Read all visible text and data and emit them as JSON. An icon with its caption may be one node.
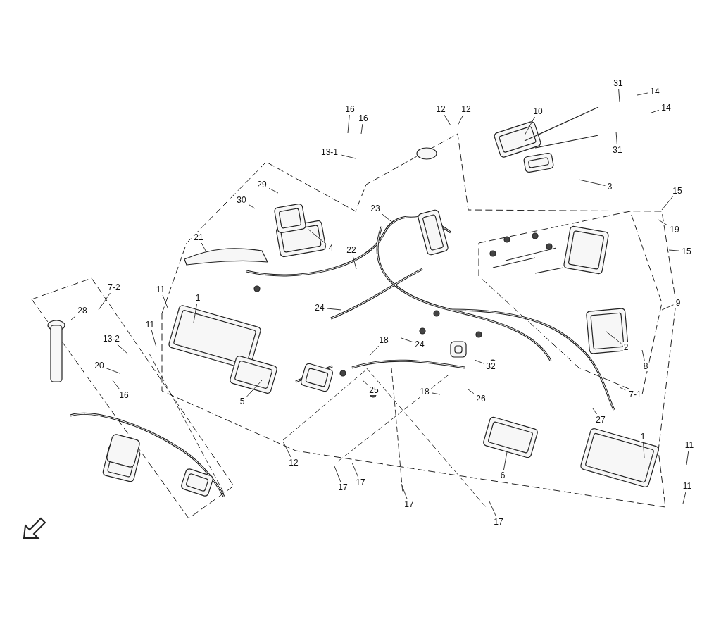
{
  "diagram": {
    "nodes": [
      {
        "text": [
          "16"
        ]
      },
      {
        "text": [
          "16"
        ]
      },
      {
        "text": [
          "13-1"
        ]
      },
      {
        "text": [
          "12"
        ]
      },
      {
        "text": [
          "12"
        ]
      },
      {
        "text": [
          "10"
        ]
      },
      {
        "text": [
          "31"
        ]
      },
      {
        "text": [
          "14"
        ]
      },
      {
        "text": [
          "14"
        ]
      },
      {
        "text": [
          "31"
        ]
      },
      {
        "text": [
          "3"
        ]
      },
      {
        "text": [
          "23"
        ]
      },
      {
        "text": [
          "29"
        ]
      },
      {
        "text": [
          "30"
        ]
      },
      {
        "text": [
          "21"
        ]
      },
      {
        "text": [
          "4"
        ]
      },
      {
        "text": [
          "22"
        ]
      },
      {
        "text": [
          "15"
        ]
      },
      {
        "text": [
          "19"
        ]
      },
      {
        "text": [
          "15"
        ]
      },
      {
        "text": [
          "7-2"
        ]
      },
      {
        "text": [
          "11"
        ]
      },
      {
        "text": [
          "1"
        ]
      },
      {
        "text": [
          "11"
        ]
      },
      {
        "text": [
          "13-2"
        ]
      },
      {
        "text": [
          "28"
        ]
      },
      {
        "text": [
          "20"
        ]
      },
      {
        "text": [
          "16"
        ]
      },
      {
        "text": [
          "24"
        ]
      },
      {
        "text": [
          "24"
        ]
      },
      {
        "text": [
          "18"
        ]
      },
      {
        "text": [
          "32"
        ]
      },
      {
        "text": [
          "25"
        ]
      },
      {
        "text": [
          "5"
        ]
      },
      {
        "text": [
          "18"
        ]
      },
      {
        "text": [
          "26"
        ]
      },
      {
        "text": [
          "9"
        ]
      },
      {
        "text": [
          "2"
        ]
      },
      {
        "text": [
          "8"
        ]
      },
      {
        "text": [
          "7-1"
        ]
      },
      {
        "text": [
          "27"
        ]
      },
      {
        "text": [
          "12"
        ]
      },
      {
        "text": [
          "17"
        ]
      },
      {
        "text": [
          "17"
        ]
      },
      {
        "text": [
          "17"
        ]
      },
      {
        "text": [
          "17"
        ]
      },
      {
        "text": [
          "6"
        ]
      },
      {
        "text": [
          "1"
        ]
      },
      {
        "text": [
          "11"
        ]
      },
      {
        "text": [
          "11"
        ]
      }
    ],
    "edges": [
      {
        "from": 0,
        "to": null,
        "arrow": "none"
      },
      {
        "from": 1,
        "to": null,
        "arrow": "none"
      },
      {
        "from": 2,
        "to": null,
        "arrow": "none"
      },
      {
        "from": 3,
        "to": null,
        "arrow": "none"
      },
      {
        "from": 4,
        "to": null,
        "arrow": "none"
      },
      {
        "from": 5,
        "to": null,
        "arrow": "none"
      },
      {
        "from": 6,
        "to": null,
        "arrow": "none"
      },
      {
        "from": 7,
        "to": null,
        "arrow": "none"
      },
      {
        "from": 8,
        "to": null,
        "arrow": "none"
      },
      {
        "from": 9,
        "to": null,
        "arrow": "none"
      },
      {
        "from": 10,
        "to": null,
        "arrow": "none"
      },
      {
        "from": 11,
        "to": null,
        "arrow": "none"
      },
      {
        "from": 12,
        "to": null,
        "arrow": "none"
      },
      {
        "from": 13,
        "to": null,
        "arrow": "none"
      },
      {
        "from": 14,
        "to": null,
        "arrow": "none"
      },
      {
        "from": 15,
        "to": null,
        "arrow": "none"
      },
      {
        "from": 16,
        "to": null,
        "arrow": "none"
      },
      {
        "from": 17,
        "to": null,
        "arrow": "none"
      },
      {
        "from": 18,
        "to": null,
        "arrow": "none"
      },
      {
        "from": 19,
        "to": null,
        "arrow": "none"
      },
      {
        "from": 20,
        "to": null,
        "arrow": "none"
      },
      {
        "from": 21,
        "to": null,
        "arrow": "none"
      },
      {
        "from": 22,
        "to": null,
        "arrow": "none"
      },
      {
        "from": 23,
        "to": null,
        "arrow": "none"
      },
      {
        "from": 24,
        "to": null,
        "arrow": "none"
      },
      {
        "from": 25,
        "to": null,
        "arrow": "none"
      },
      {
        "from": 26,
        "to": null,
        "arrow": "none"
      },
      {
        "from": 27,
        "to": null,
        "arrow": "none"
      },
      {
        "from": 28,
        "to": null,
        "arrow": "none"
      },
      {
        "from": 29,
        "to": null,
        "arrow": "none"
      },
      {
        "from": 30,
        "to": null,
        "arrow": "none"
      },
      {
        "from": 31,
        "to": null,
        "arrow": "none"
      },
      {
        "from": 32,
        "to": null,
        "arrow": "none"
      },
      {
        "from": 33,
        "to": null,
        "arrow": "none"
      },
      {
        "from": 34,
        "to": null,
        "arrow": "none"
      },
      {
        "from": 35,
        "to": null,
        "arrow": "none"
      },
      {
        "from": 36,
        "to": null,
        "arrow": "none"
      },
      {
        "from": 37,
        "to": null,
        "arrow": "none"
      },
      {
        "from": 38,
        "to": null,
        "arrow": "none"
      },
      {
        "from": 39,
        "to": null,
        "arrow": "none"
      },
      {
        "from": 40,
        "to": null,
        "arrow": "none"
      },
      {
        "from": 41,
        "to": null,
        "arrow": "none"
      },
      {
        "from": 42,
        "to": null,
        "arrow": "none"
      },
      {
        "from": 43,
        "to": null,
        "arrow": "none"
      },
      {
        "from": 44,
        "to": null,
        "arrow": "none"
      },
      {
        "from": 45,
        "to": null,
        "arrow": "none"
      },
      {
        "from": 46,
        "to": null,
        "arrow": "none"
      },
      {
        "from": 47,
        "to": null,
        "arrow": "none"
      },
      {
        "from": 48,
        "to": null,
        "arrow": "none"
      },
      {
        "from": 49,
        "to": null,
        "arrow": "none"
      }
    ]
  }
}
